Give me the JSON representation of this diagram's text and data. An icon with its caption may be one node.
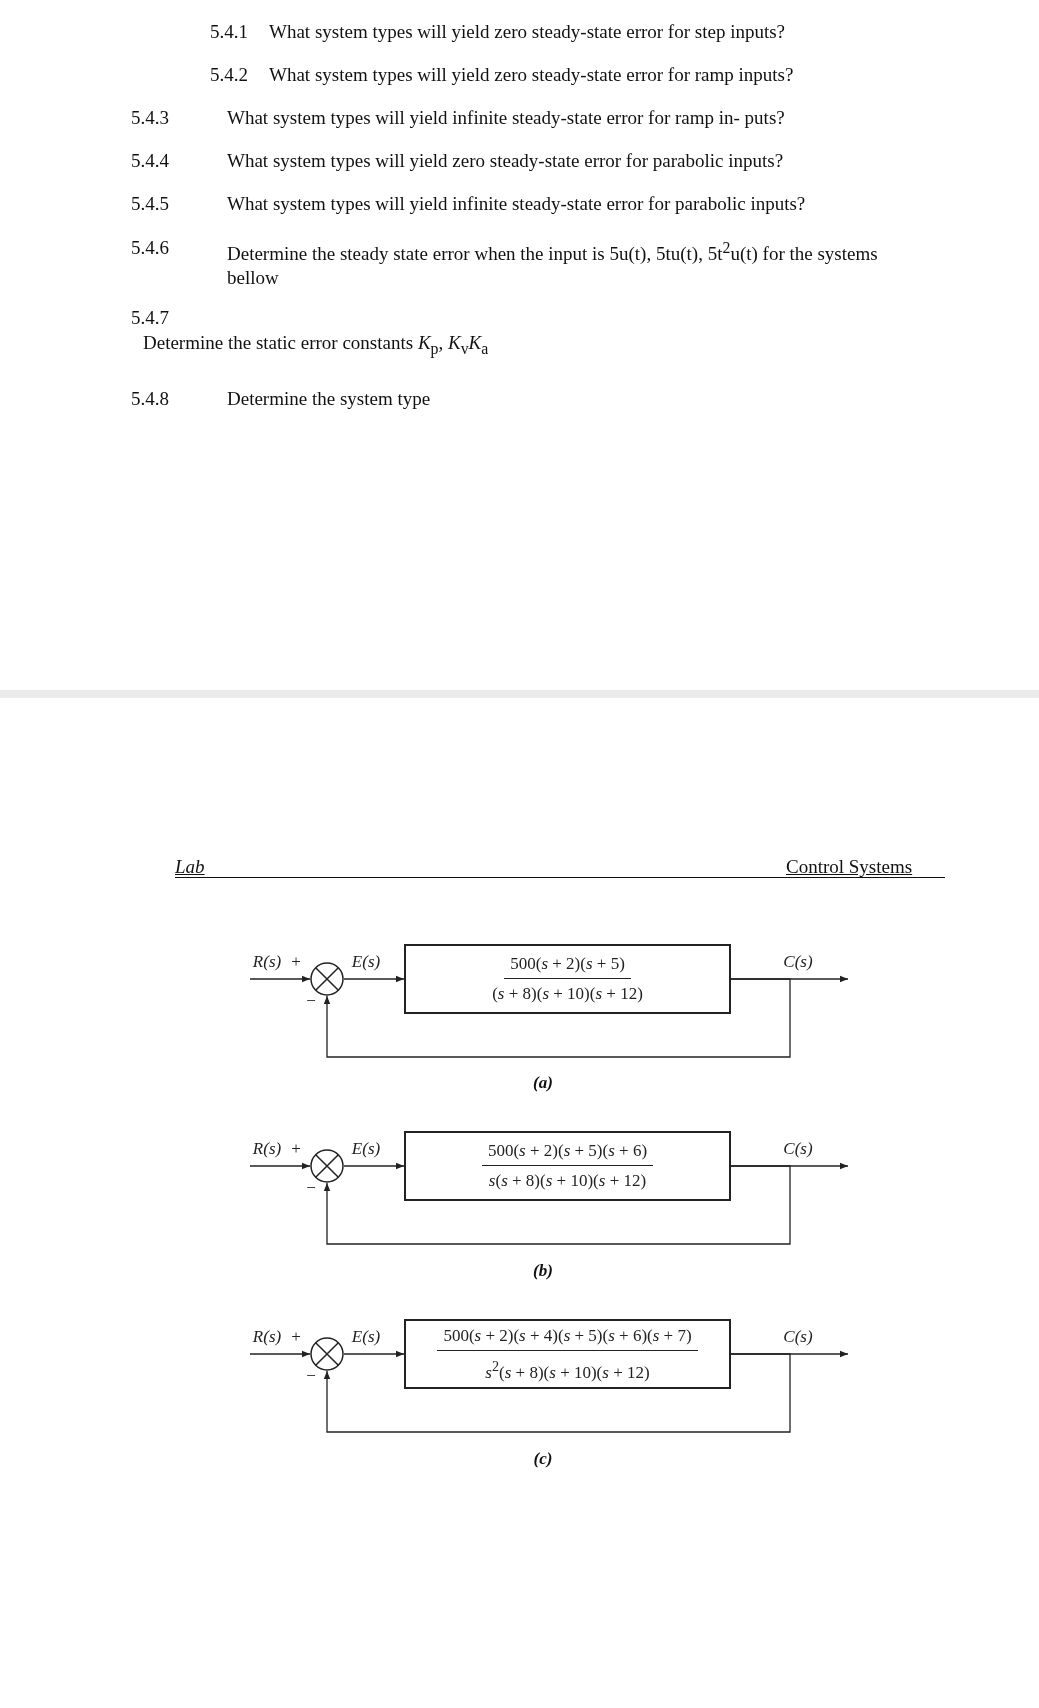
{
  "diagram": {
    "nodes": [
      {
        "text": [],
        "shape": "circle",
        "beside": [
          "+",
          "−"
        ]
      },
      {
        "text": [
          "500(*s* + 2)(*s* + 5)",
          "(*s* + 8)(*s* + 10)(*s* + 12)"
        ]
      },
      {
        "text": [],
        "shape": "circle",
        "beside": [
          "+",
          "−"
        ]
      },
      {
        "text": [
          "500(*s* + 2)(*s* + 5)(*s* + 6)",
          "*s*(*s* + 8)(*s* + 10)(*s* + 12)"
        ]
      },
      {
        "text": [],
        "shape": "circle",
        "beside": [
          "+",
          "−"
        ]
      },
      {
        "text": [
          "500(*s* + 2)(*s* + 4)(*s* + 5)(*s* + 6)(*s* + 7)",
          "*s*$^{2}$(*s* + 8)(*s* + 10)(*s* + 12)"
        ]
      }
    ],
    "edges": [
      {
        "from": null,
        "to": 0,
        "arrow": "to",
        "label": "R(s)"
      },
      {
        "from": 0,
        "to": 1,
        "arrow": "to",
        "label": "E(s)"
      },
      {
        "from": 1,
        "to": null,
        "arrow": "to",
        "label": "C(s)"
      },
      {
        "from": 1,
        "to": 0,
        "arrow": "to"
      },
      {
        "from": null,
        "to": 2,
        "arrow": "to",
        "label": "R(s)"
      },
      {
        "from": 2,
        "to": 3,
        "arrow": "to",
        "label": "E(s)"
      },
      {
        "from": 3,
        "to": null,
        "arrow": "to",
        "label": "C(s)"
      },
      {
        "from": 3,
        "to": 2,
        "arrow": "to"
      },
      {
        "from": null,
        "to": 4,
        "arrow": "to",
        "label": "R(s)"
      },
      {
        "from": 4,
        "to": 5,
        "arrow": "to",
        "label": "E(s)"
      },
      {
        "from": 5,
        "to": null,
        "arrow": "to",
        "label": "C(s)"
      },
      {
        "from": 5,
        "to": 4,
        "arrow": "to"
      }
    ],
    "labels": [
      "5.4.1",
      "What system types will yield zero steady-state error for step inputs?",
      "5.4.2",
      "What system types will yield zero steady-state error for ramp inputs?",
      "5.4.3",
      "What system types will yield infinite steady-state error for ramp in- puts?",
      "5.4.4",
      "What system types will yield zero steady-state error for parabolic inputs?",
      "5.4.5",
      "What system types will yield infinite steady-state error for parabolic inputs?",
      "5.4.6",
      "Determine the steady state error when the input  is 5u(t), 5tu(t), 5t$^{2}$u(t) for the systems bellow",
      "5.4.7",
      "Determine the static error constants *K*$_{p}$, *K*$_{v}$*K*$_{a}$",
      "5.4.8",
      "Determine the system type",
      "Lab",
      "Control Systems",
      "(a)",
      "(b)",
      "(c)"
    ]
  }
}
